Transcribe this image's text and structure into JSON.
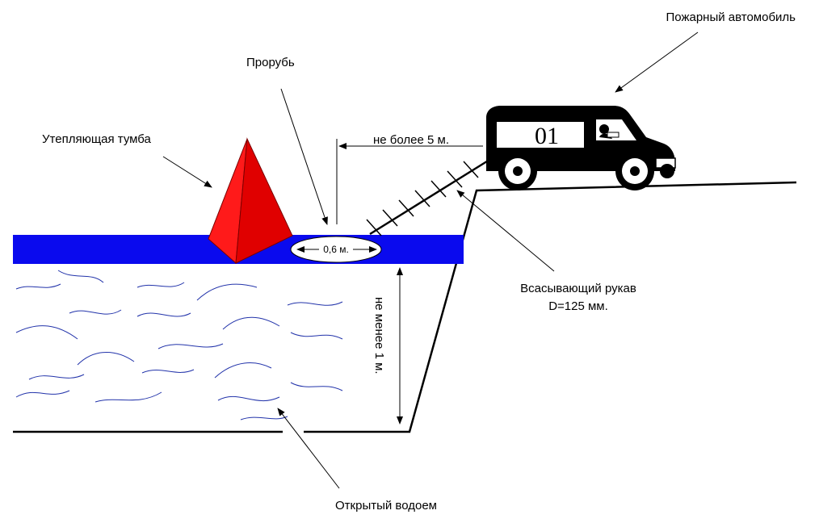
{
  "labels": {
    "fire_truck": "Пожарный автомобиль",
    "ice_hole": "Прорубь",
    "insulating_pedestal": "Утепляющая тумба",
    "max_distance": "не более 5 м.",
    "hole_width": "0,6 м.",
    "suction_hose_line1": "Всасывающий рукав",
    "suction_hose_line2": "D=125 мм.",
    "min_depth": "не менее 1 м.",
    "open_water": "Открытый водоем",
    "truck_number": "01"
  },
  "colors": {
    "ice": "#0a0aee",
    "pedestal_front": "#ff1a1a",
    "pedestal_side": "#e00000",
    "water_waves": "#2233aa",
    "truck": "#000000"
  }
}
